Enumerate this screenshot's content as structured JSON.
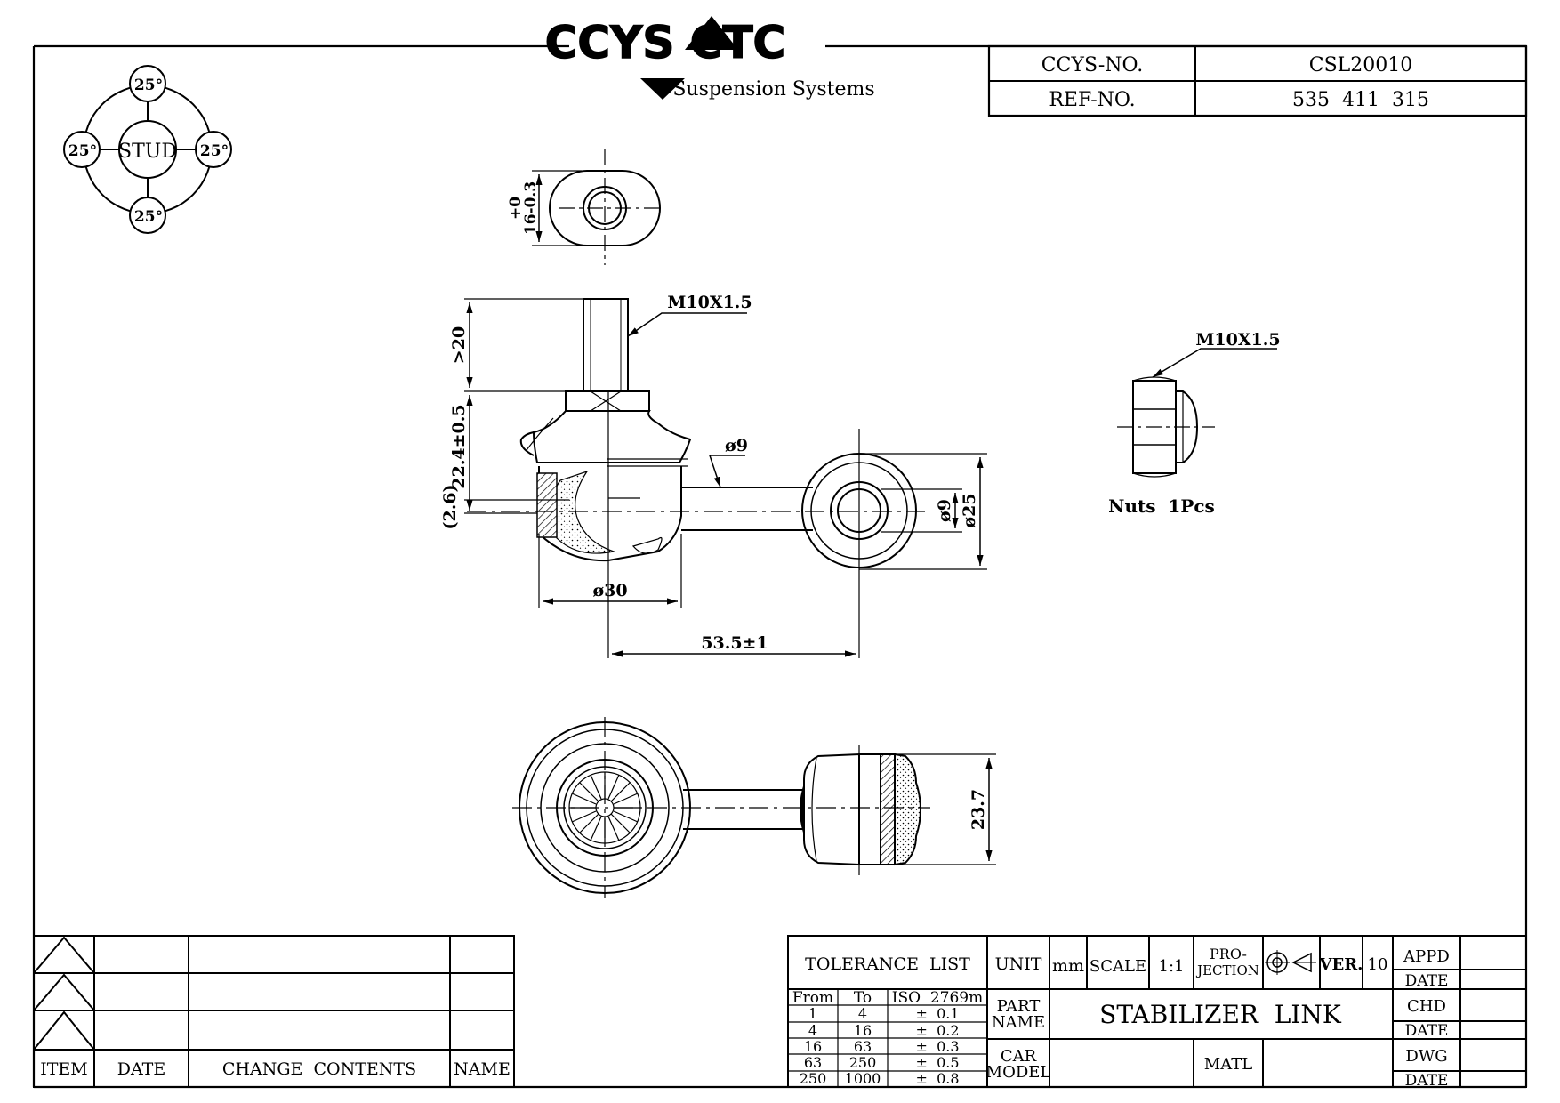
{
  "logo": {
    "brand": "CCYS CTC",
    "tagline": "Suspension Systems"
  },
  "title_block_top": {
    "ccys_no_label": "CCYS-NO.",
    "ccys_no_value": "CSL20010",
    "ref_no_label": "REF-NO.",
    "ref_no_value": "535  411  315"
  },
  "stud_diagram": {
    "center": "STUD",
    "angles": [
      "25°",
      "25°",
      "25°",
      "25°"
    ]
  },
  "dimensions": {
    "top_view": "16-0.3",
    "top_view_tol": "+0",
    "thread_stud": "M10X1.5",
    "stud_length": ">20",
    "height": "22.4±0.5",
    "offset": "(2.6)",
    "rod_dia": "ø9",
    "ball_dia": "ø30",
    "eye_inner_dia": "ø9",
    "eye_outer_dia": "ø25",
    "center_distance": "53.5±1",
    "eye_width": "23.7"
  },
  "nut": {
    "thread": "M10X1.5",
    "note": "Nuts  1Pcs"
  },
  "revision_table": {
    "headers": [
      "ITEM",
      "DATE",
      "CHANGE  CONTENTS",
      "NAME"
    ]
  },
  "title_block": {
    "tolerance_title": "TOLERANCE  LIST",
    "tolerance_headers": [
      "From",
      "To",
      "ISO  2769m"
    ],
    "tolerance_rows": [
      [
        "1",
        "4",
        "±  0.1"
      ],
      [
        "4",
        "16",
        "±  0.2"
      ],
      [
        "16",
        "63",
        "±  0.3"
      ],
      [
        "63",
        "250",
        "±  0.5"
      ],
      [
        "250",
        "1000",
        "±  0.8"
      ]
    ],
    "unit_label": "UNIT",
    "unit_value": "mm",
    "scale_label": "SCALE",
    "scale_value": "1:1",
    "projection_label_1": "PRO-",
    "projection_label_2": "JECTION",
    "ver_label": "VER.",
    "ver_value": "10",
    "part_name_label_1": "PART",
    "part_name_label_2": "NAME",
    "part_name_value": "STABILIZER  LINK",
    "car_model_label_1": "CAR",
    "car_model_label_2": "MODEL",
    "matl_label": "MATL",
    "appd_label": "APPD",
    "chd_label": "CHD",
    "dwg_label": "DWG",
    "date_label": "DATE"
  }
}
